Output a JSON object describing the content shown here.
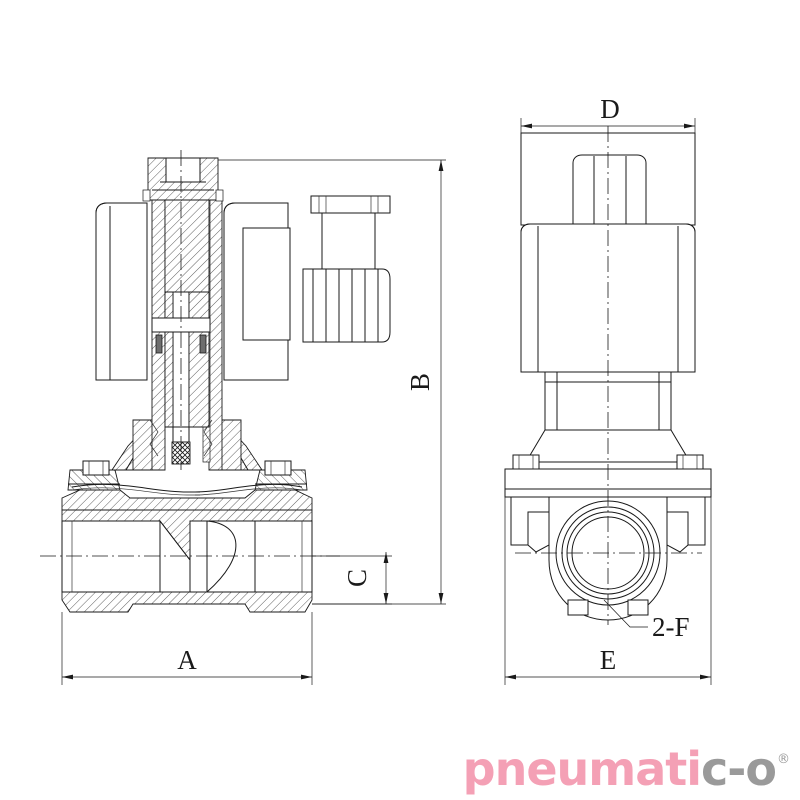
{
  "document": {
    "type": "engineering-drawing",
    "subject": "2/2-way pilot-operated solenoid valve",
    "views": [
      {
        "id": "front-section",
        "name": "Front view - full cross section"
      },
      {
        "id": "side-view",
        "name": "Side / end view"
      }
    ],
    "background_color": "#ffffff",
    "line_color": "#1a1a1a"
  },
  "dimensions": {
    "A": {
      "label": "A",
      "view": "front-section",
      "placement": "bottom",
      "meaning": "overall body length"
    },
    "B": {
      "label": "B",
      "view": "front-section",
      "placement": "right",
      "rotated": true,
      "meaning": "overall height"
    },
    "C": {
      "label": "C",
      "view": "front-section",
      "placement": "right-lower",
      "rotated": true,
      "meaning": "port centreline height"
    },
    "D": {
      "label": "D",
      "view": "side-view",
      "placement": "top",
      "meaning": "coil width"
    },
    "E": {
      "label": "E",
      "view": "side-view",
      "placement": "bottom",
      "meaning": "overall side width"
    }
  },
  "annotations": {
    "port_callout": {
      "label": "2-F",
      "view": "side-view",
      "meaning": "two ports of thread size F",
      "leader": true
    }
  },
  "logo": {
    "text_primary": "pneumati",
    "text_secondary": "c-o",
    "trademark": "®",
    "color_primary": "#f4a0b5",
    "color_secondary": "#9a9a9a"
  }
}
